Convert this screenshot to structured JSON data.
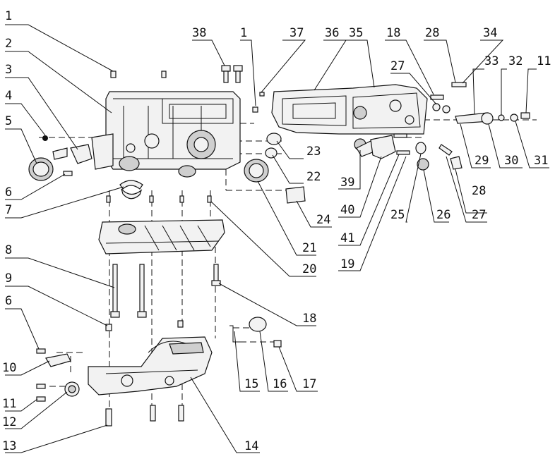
{
  "diagram": {
    "callouts": [
      {
        "id": "c1a",
        "label": "1"
      },
      {
        "id": "c2",
        "label": "2"
      },
      {
        "id": "c3",
        "label": "3"
      },
      {
        "id": "c4",
        "label": "4"
      },
      {
        "id": "c5",
        "label": "5"
      },
      {
        "id": "c6a",
        "label": "6"
      },
      {
        "id": "c7",
        "label": "7"
      },
      {
        "id": "c8",
        "label": "8"
      },
      {
        "id": "c9",
        "label": "9"
      },
      {
        "id": "c6b",
        "label": "6"
      },
      {
        "id": "c10",
        "label": "10"
      },
      {
        "id": "c11a",
        "label": "11"
      },
      {
        "id": "c12",
        "label": "12"
      },
      {
        "id": "c13",
        "label": "13"
      },
      {
        "id": "c38",
        "label": "38"
      },
      {
        "id": "c1b",
        "label": "1"
      },
      {
        "id": "c37",
        "label": "37"
      },
      {
        "id": "c36",
        "label": "36"
      },
      {
        "id": "c35",
        "label": "35"
      },
      {
        "id": "c18a",
        "label": "18"
      },
      {
        "id": "c28a",
        "label": "28"
      },
      {
        "id": "c34",
        "label": "34"
      },
      {
        "id": "c27a",
        "label": "27"
      },
      {
        "id": "c33",
        "label": "33"
      },
      {
        "id": "c32",
        "label": "32"
      },
      {
        "id": "c11b",
        "label": "11"
      },
      {
        "id": "c23",
        "label": "23"
      },
      {
        "id": "c22",
        "label": "22"
      },
      {
        "id": "c24",
        "label": "24"
      },
      {
        "id": "c21",
        "label": "21"
      },
      {
        "id": "c20",
        "label": "20"
      },
      {
        "id": "c29",
        "label": "29"
      },
      {
        "id": "c30",
        "label": "30"
      },
      {
        "id": "c31",
        "label": "31"
      },
      {
        "id": "c28b",
        "label": "28"
      },
      {
        "id": "c27b",
        "label": "27"
      },
      {
        "id": "c26",
        "label": "26"
      },
      {
        "id": "c25",
        "label": "25"
      },
      {
        "id": "c39",
        "label": "39"
      },
      {
        "id": "c40",
        "label": "40"
      },
      {
        "id": "c41",
        "label": "41"
      },
      {
        "id": "c19",
        "label": "19"
      },
      {
        "id": "c18b",
        "label": "18"
      },
      {
        "id": "c15",
        "label": "15"
      },
      {
        "id": "c16",
        "label": "16"
      },
      {
        "id": "c17",
        "label": "17"
      },
      {
        "id": "c14",
        "label": "14"
      }
    ]
  }
}
